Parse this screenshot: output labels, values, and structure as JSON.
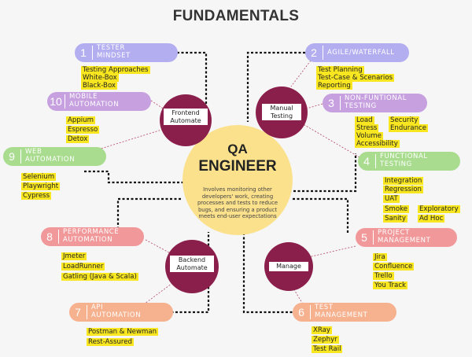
{
  "title": "FUNDAMENTALS",
  "center": {
    "line1": "QA",
    "line2": "ENGINEER",
    "description": "Involves monitoring other\ndevelopers' work, creating\nprocesses and tests to reduce\nbugs, and ensuring a product\nmeets end-user expectations"
  },
  "hubs": {
    "frontend": "Frontend\nAutomate",
    "manual": "Manual\nTesting",
    "backend": "Backend\nAutomate",
    "manage": "Manage"
  },
  "topics": {
    "t1": {
      "num": "1",
      "label": "TESTER\nMINDSET",
      "items": [
        "Testing Approaches",
        "White-Box",
        "Black-Box"
      ]
    },
    "t2": {
      "num": "2",
      "label": "AGILE/WATERFALL",
      "items": [
        "Test Planning",
        "Test-Case & Scenarios",
        "Reporting"
      ]
    },
    "t3": {
      "num": "3",
      "label": "NON-FUNTIONAL\nTESTING",
      "items": [
        "Load",
        "Security",
        "Stress",
        "Endurance",
        "Volume",
        "Accessibility"
      ]
    },
    "t4": {
      "num": "4",
      "label": "FUNCTIONAL\nTESTING",
      "items": [
        "Integration",
        "Regression",
        "UAT",
        "Smoke",
        "Exploratory",
        "Sanity",
        "Ad Hoc"
      ]
    },
    "t5": {
      "num": "5",
      "label": "PROJECT\nMANAGEMENT",
      "items": [
        "Jira",
        "Confluence",
        "Trello",
        "You Track"
      ]
    },
    "t6": {
      "num": "6",
      "label": "TEST\nMANAGEMENT",
      "items": [
        "XRay",
        "Zephyr",
        "Test Rail"
      ]
    },
    "t7": {
      "num": "7",
      "label": "API\nAUTOMATION",
      "items": [
        "Postman & Newman",
        "Rest-Assured"
      ]
    },
    "t8": {
      "num": "8",
      "label": "PERFORMANCE\nAUTOMATION",
      "items": [
        "Jmeter",
        "LoadRunner",
        "Gatling (Java & Scala)"
      ]
    },
    "t9": {
      "num": "9",
      "label": "WEB\nAUTOMATION",
      "items": [
        "Selenium",
        "Playwright",
        "Cypress"
      ]
    },
    "t10": {
      "num": "10",
      "label": "MOBILE\nAUTOMATION",
      "items": [
        "Appium",
        "Espresso",
        "Detox"
      ]
    }
  },
  "colors": {
    "purple": "#b3aef0",
    "purple_num": "#a5a0ea",
    "violet": "#c7a1df",
    "green": "#a9dc8f",
    "red": "#f1999a",
    "peach": "#f6b18f",
    "highlight": "#f8e620",
    "hub": "#8b1f4b",
    "center": "#fbe18c"
  }
}
